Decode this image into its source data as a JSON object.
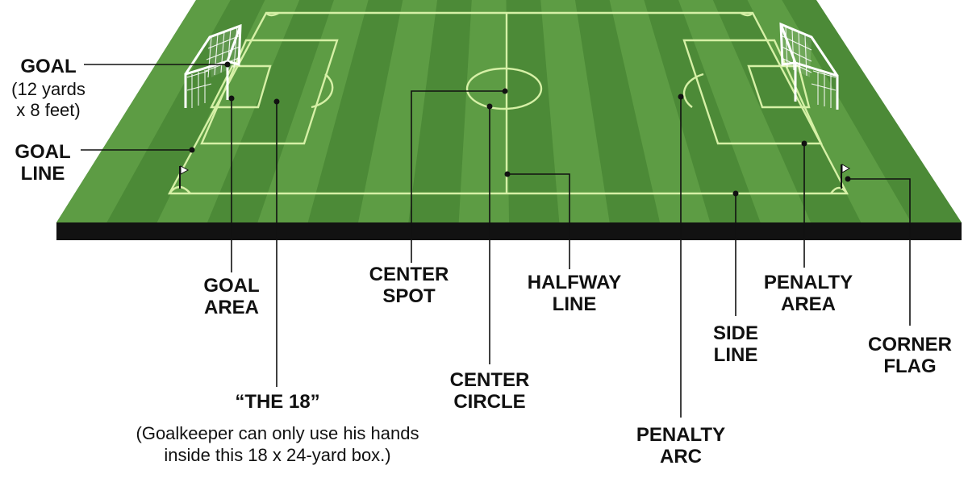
{
  "colors": {
    "grass_dark": "#4c8a37",
    "grass_light": "#5d9c44",
    "lines": "#d6f0a6",
    "base": "#121212",
    "text": "#111111"
  },
  "labels": {
    "goal_title": "GOAL",
    "goal_line1": "(12 yards",
    "goal_line2": "x 8 feet)",
    "goal_line_a": "GOAL",
    "goal_line_b": "LINE",
    "goal_area_a": "GOAL",
    "goal_area_b": "AREA",
    "the18_title": "“THE 18”",
    "the18_line1": "(Goalkeeper can only use his hands",
    "the18_line2": "inside this 18 x 24-yard box.)",
    "center_spot_a": "CENTER",
    "center_spot_b": "SPOT",
    "center_circle_a": "CENTER",
    "center_circle_b": "CIRCLE",
    "halfway_a": "HALFWAY",
    "halfway_b": "LINE",
    "penalty_arc_a": "PENALTY",
    "penalty_arc_b": "ARC",
    "side_line_a": "SIDE",
    "side_line_b": "LINE",
    "penalty_area_a": "PENALTY",
    "penalty_area_b": "AREA",
    "corner_flag_a": "CORNER",
    "corner_flag_b": "FLAG"
  }
}
